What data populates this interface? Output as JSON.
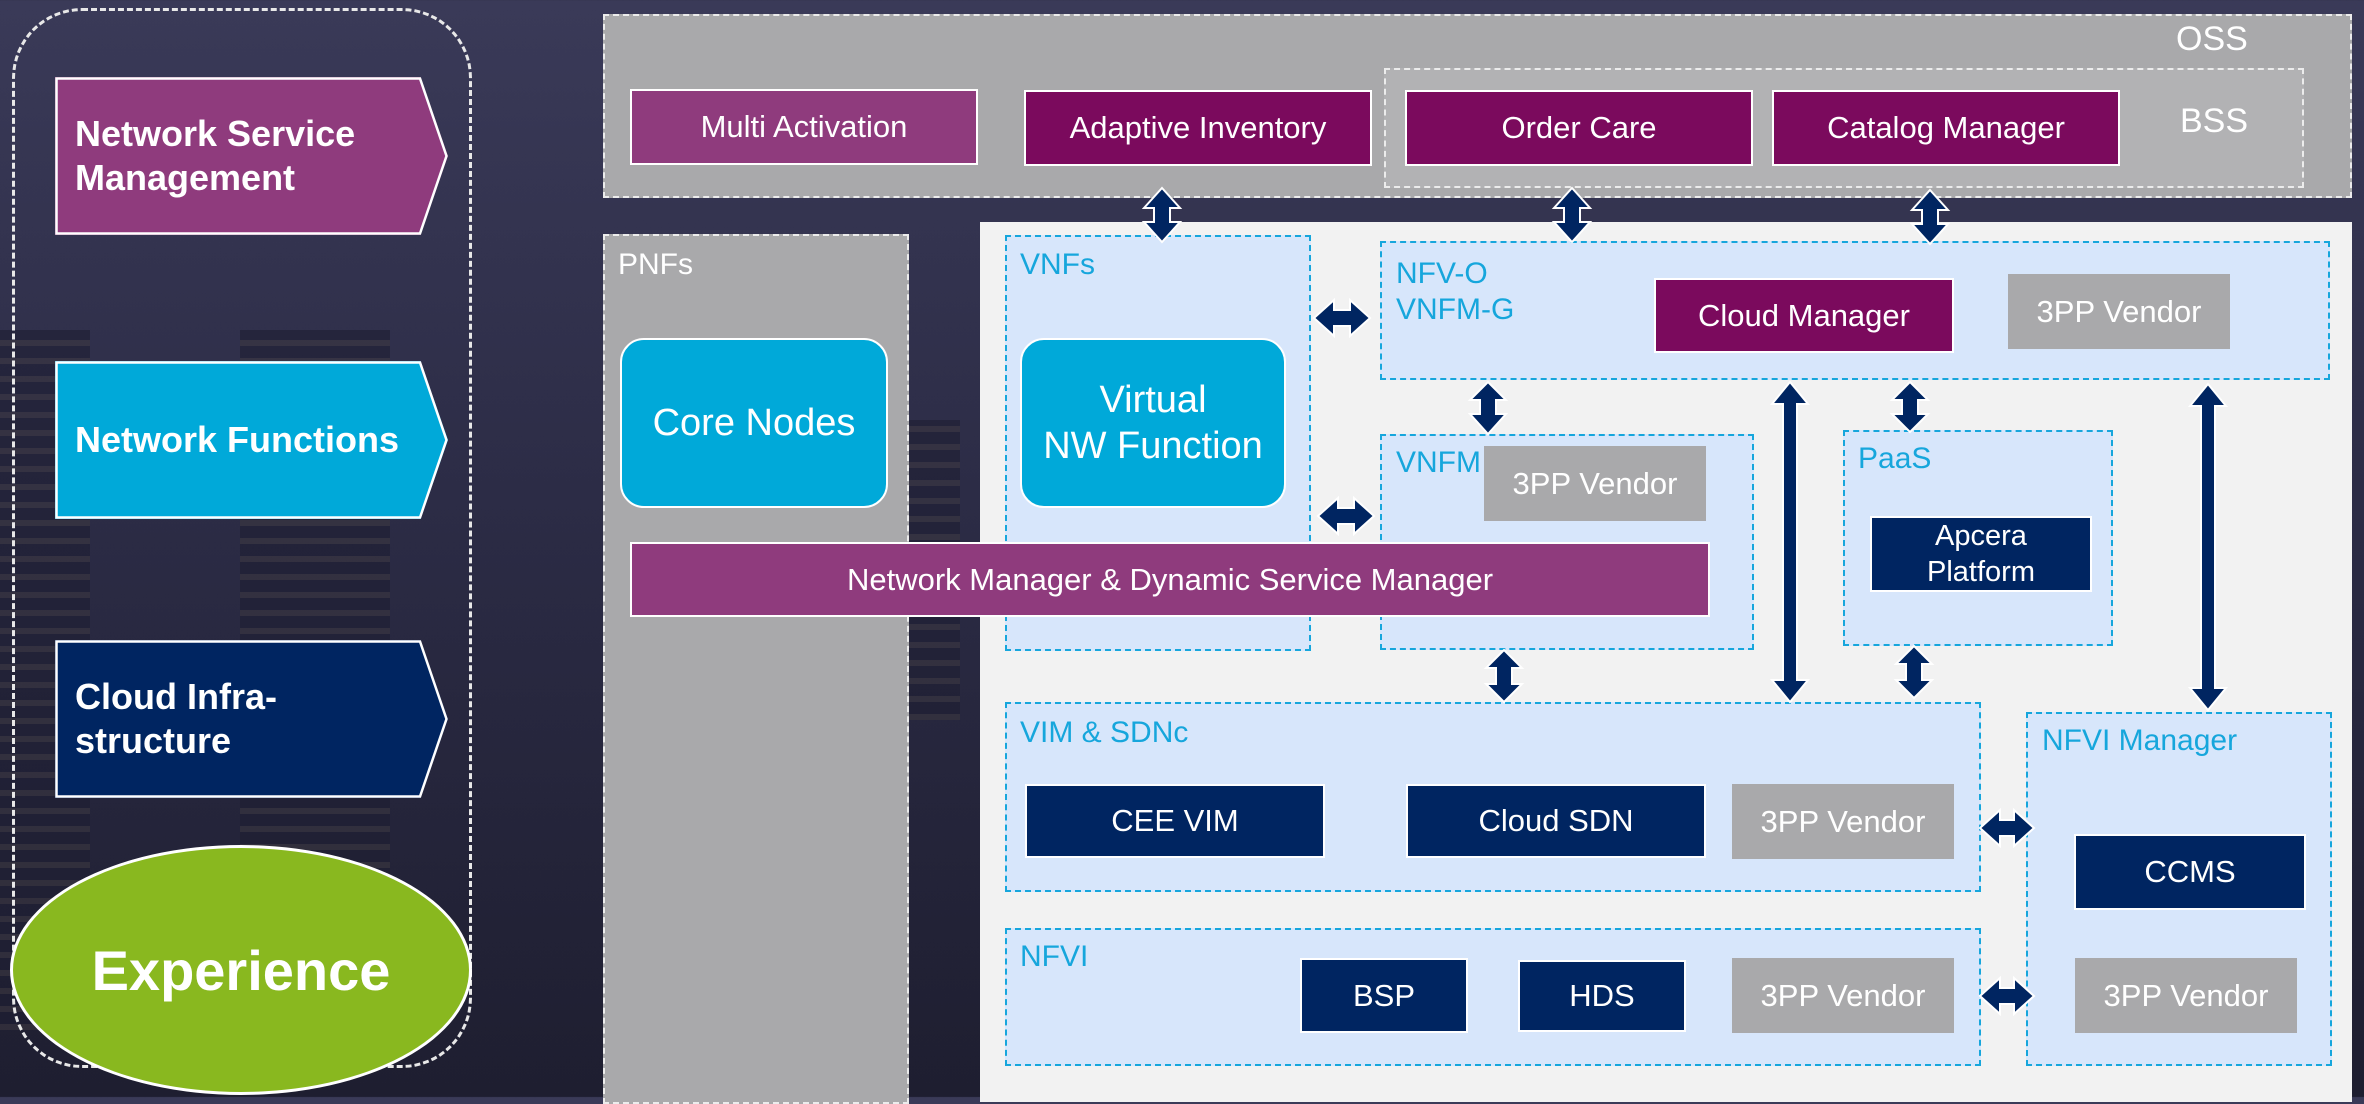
{
  "left_column": {
    "nsm": "Network Service Management",
    "nf": "Network Functions",
    "ci_line1": "Cloud Infra-",
    "ci_line2": "structure",
    "experience": "Experience"
  },
  "oss": {
    "label": "OSS",
    "bss_label": "BSS",
    "multi_activation": "Multi Activation",
    "adaptive_inventory": "Adaptive Inventory",
    "order_care": "Order Care",
    "catalog_manager": "Catalog Manager"
  },
  "pnfs": {
    "label": "PNFs",
    "core_nodes": "Core Nodes"
  },
  "vnfs": {
    "label": "VNFs",
    "vnf_line1": "Virtual",
    "vnf_line2": "NW Function"
  },
  "nfvo": {
    "label_line1": "NFV-O",
    "label_line2": "VNFM-G",
    "cloud_manager": "Cloud Manager",
    "vendor": "3PP Vendor"
  },
  "vnfm": {
    "label": "VNFM",
    "vendor": "3PP Vendor"
  },
  "paas": {
    "label": "PaaS",
    "apcera_line1": "Apcera",
    "apcera_line2": "Platform"
  },
  "nm_dsm": "Network Manager & Dynamic Service Manager",
  "vim": {
    "label": "VIM & SDNc",
    "cee_vim": "CEE VIM",
    "cloud_sdn": "Cloud SDN",
    "vendor": "3PP Vendor"
  },
  "nfvi": {
    "label": "NFVI",
    "bsp": "BSP",
    "hds": "HDS",
    "vendor": "3PP Vendor"
  },
  "nfvi_manager": {
    "label": "NFVI Manager",
    "ccms": "CCMS",
    "vendor": "3PP Vendor"
  },
  "colors": {
    "nsm": "#8f3b7d",
    "nf": "#00a9d9",
    "ci": "#002561",
    "experience": "#89b81f",
    "magenta": "#7b0a5d",
    "arrow": "#002561",
    "dashed_blue": "#16a6dc"
  }
}
